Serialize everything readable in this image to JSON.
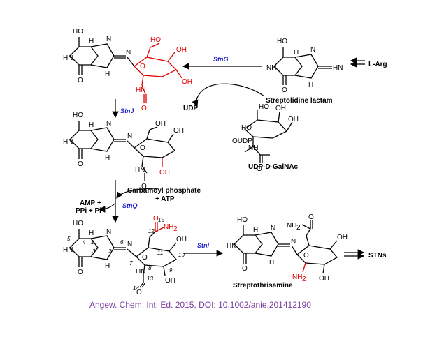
{
  "compounds": {
    "lactam": "Streptolidine lactam",
    "udp_galnac": "UDP-D-GalNAc",
    "streptothricin": "Streptothrisamine",
    "start": "L-Arg",
    "product": "STNs"
  },
  "reagents": {
    "udp": "UDP",
    "carbamoyl": "Carbamoyl phosphate",
    "atp": "+ ATP",
    "amp": "AMP +",
    "ppi": "PPi + Pi"
  },
  "enzymes": {
    "stng": "StnG",
    "stnj": "StnJ",
    "stnq": "StnQ",
    "stni": "StnI"
  },
  "atom_labels": {
    "ho": "HO",
    "oh": "OH",
    "h": "H",
    "hn": "HN",
    "n": "N",
    "nh": "NH",
    "o": "O",
    "oudp": "OUDP",
    "nh2": "NH",
    "sub2": "2"
  },
  "numbering": [
    "1",
    "2",
    "3",
    "4",
    "5",
    "6",
    "7",
    "8",
    "9",
    "10",
    "11",
    "12",
    "13",
    "14",
    "15"
  ],
  "citation": "Angew. Chem. Int. Ed. 2015, DOI: 10.1002/anie.201412190"
}
